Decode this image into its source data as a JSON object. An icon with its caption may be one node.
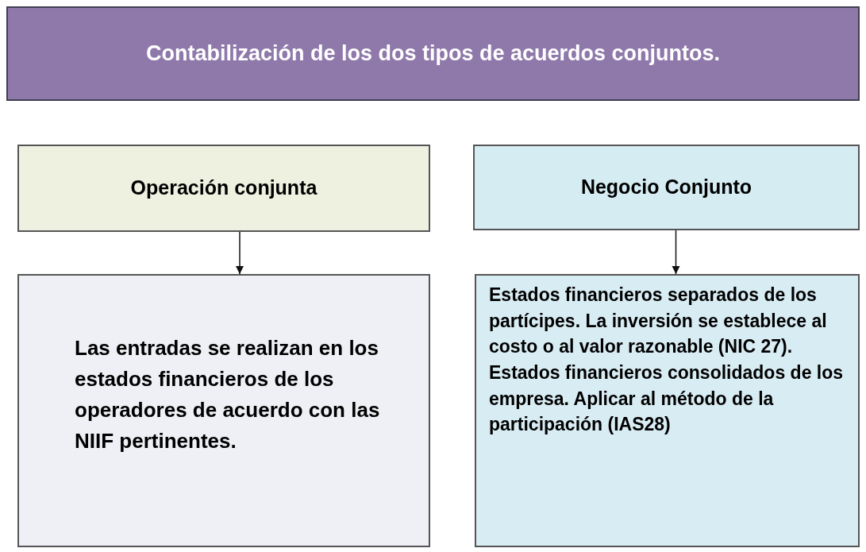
{
  "diagram": {
    "title": "Contabilización de los dos tipos de acuerdos conjuntos.",
    "nodes": [
      {
        "text": [
          "Operación conjunta"
        ]
      },
      {
        "text": [
          "Negocio Conjunto"
        ]
      },
      {
        "text": [
          "Las entradas se realizan en los estados financieros de los operadores de acuerdo con las NIIF pertinentes."
        ]
      },
      {
        "text": [
          "Estados financieros separados de los partícipes. La inversión se establece al costo o al valor razonable (NIC 27).",
          "Estados financieros consolidados de los empresa. Aplicar al método de la participación (IAS28)"
        ]
      }
    ],
    "edges": [
      {
        "from": 0,
        "to": 2,
        "arrow": "to"
      },
      {
        "from": 1,
        "to": 3,
        "arrow": "to"
      }
    ]
  }
}
